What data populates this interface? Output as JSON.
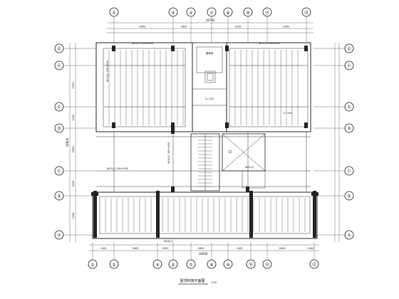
{
  "drawing": {
    "title": "屋顶构架平面图",
    "scale": "1:50",
    "overall_top_dim": "18700",
    "overall_bottom_dim": "18600",
    "overall_left_dim": "18800",
    "top_axes": [
      "①",
      "④",
      "⑤",
      "⑦",
      "⑧",
      "⑩",
      "⑪",
      "⑬"
    ],
    "bottom_axes": [
      "①",
      "②",
      "④",
      "⑤",
      "⑦",
      "⑧",
      "⑩",
      "⑪",
      "⑫",
      "⑬"
    ],
    "left_axes": [
      "Ⓖ",
      "Ⓕ",
      "Ⓔ",
      "Ⓓ",
      "Ⓒ",
      "Ⓑ",
      "Ⓐ"
    ],
    "right_axes": [
      "Ⓖ",
      "Ⓕ",
      "Ⓔ",
      "Ⓓ",
      "Ⓒ",
      "Ⓑ",
      "Ⓐ"
    ],
    "top_segment_dims": [
      "4000",
      "7800",
      "2100",
      "4400"
    ],
    "bottom_segment_dims": [
      "1400",
      "2600",
      "2500",
      "2600",
      "2400",
      "2800",
      "1400"
    ],
    "left_segment_dims": [
      "5300",
      "1100",
      "2600",
      "3100",
      "2300"
    ],
    "annotations": {
      "top_left_beam": "WL1(1) 200×400",
      "right_beam": "WL1(1) 200×400",
      "middle_left_beam": "WL2(2) 150×300",
      "lower_left_beam": "WL3(1) 150×300",
      "center_beam": "WL4(1) 200×400",
      "lower_right_beam": "WL5(1)",
      "bottom_beam": "WL6(1)",
      "stair_note": "楼梯间",
      "slab_note": "h=120",
      "right_tag": "h=100"
    }
  }
}
